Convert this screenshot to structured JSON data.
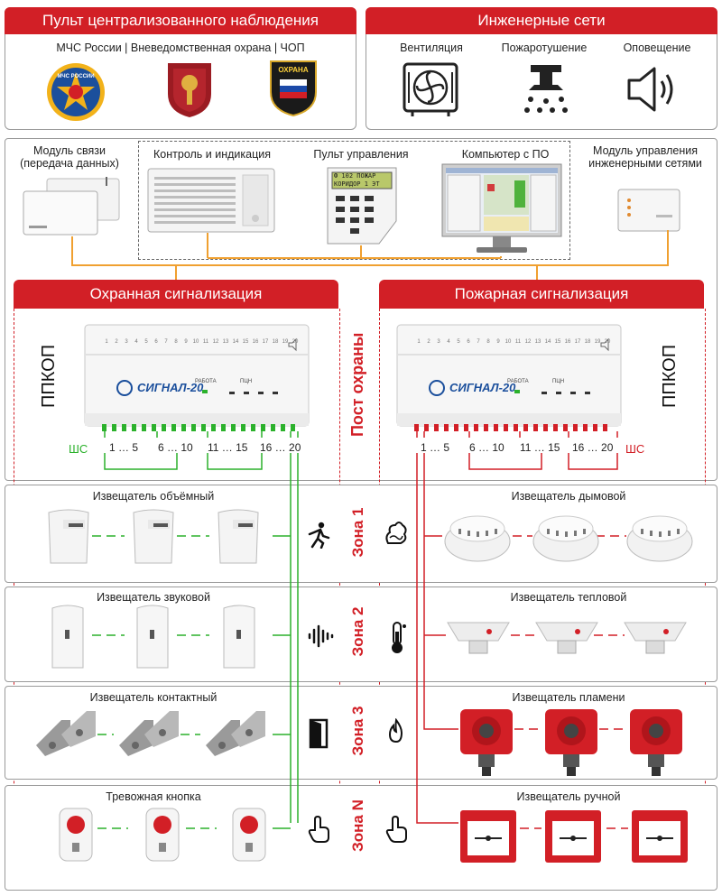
{
  "monitoring": {
    "title": "Пульт централизованного наблюдения",
    "subtitle": "МЧС России | Вневедомственная охрана | ЧОП",
    "emblems": [
      {
        "icon": "mchs-emblem-icon",
        "text": "МЧС РОССИИ"
      },
      {
        "icon": "rosgvardia-emblem-icon",
        "text": ""
      },
      {
        "icon": "security-emblem-icon",
        "text": "ОХРАНА"
      }
    ]
  },
  "engineering": {
    "title": "Инженерные сети",
    "items": [
      {
        "label": "Вентиляция",
        "icon": "ventilation-fan-icon"
      },
      {
        "label": "Пожаротушение",
        "icon": "sprinkler-icon"
      },
      {
        "label": "Оповещение",
        "icon": "speaker-icon"
      }
    ]
  },
  "devices": {
    "comm_module": "Модуль связи\n(передача данных)",
    "control_indication": "Контроль и индикация",
    "control_panel": "Пульт управления",
    "control_panel_screen": [
      "Ф 102 ПОЖАР",
      "КОРИДОР 1 ЭТ"
    ],
    "computer": "Компьютер с ПО",
    "engineering_module": "Модуль управления\nинженерными сетями"
  },
  "security": {
    "title": "Охранная сигнализация",
    "ppkop": "ППКОП",
    "shs": "ШС",
    "brand": "СИГНАЛ-20",
    "work_label": "РАБОТА",
    "pcn_label": "ПЦН",
    "groups": [
      "1 … 5",
      "6 … 10",
      "11 … 15",
      "16 … 20"
    ],
    "detectors": [
      {
        "label": "Извещатель объёмный",
        "zone_icon": "running-person-icon"
      },
      {
        "label": "Извещатель звуковой",
        "zone_icon": "sound-wave-icon"
      },
      {
        "label": "Извещатель контактный",
        "zone_icon": "open-door-icon"
      },
      {
        "label": "Тревожная кнопка",
        "zone_icon": "hand-pointer-icon"
      }
    ]
  },
  "fire": {
    "title": "Пожарная сигнализация",
    "ppkop": "ППКОП",
    "shs": "ШС",
    "brand": "СИГНАЛ-20",
    "work_label": "РАБОТА",
    "pcn_label": "ПЦН",
    "groups": [
      "1 … 5",
      "6 … 10",
      "11 … 15",
      "16 … 20"
    ],
    "detectors": [
      {
        "label": "Извещатель дымовой",
        "zone_icon": "smoke-icon"
      },
      {
        "label": "Извещатель тепловой",
        "zone_icon": "thermometer-icon"
      },
      {
        "label": "Извещатель пламени",
        "zone_icon": "flame-icon"
      },
      {
        "label": "Извещатель ручной",
        "zone_icon": "hand-pointer-icon"
      }
    ]
  },
  "post": "Пост охраны",
  "zones": [
    "Зона 1",
    "Зона 2",
    "Зона 3",
    "Зона N"
  ],
  "terminal_numbers": [
    "1",
    "2",
    "3",
    "4",
    "5",
    "6",
    "7",
    "8",
    "9",
    "10",
    "11",
    "12",
    "13",
    "14",
    "15",
    "16",
    "17",
    "18",
    "19",
    "20"
  ],
  "colors": {
    "red": "#d21f26",
    "green": "#2bb12b",
    "orange": "#f0a030"
  }
}
